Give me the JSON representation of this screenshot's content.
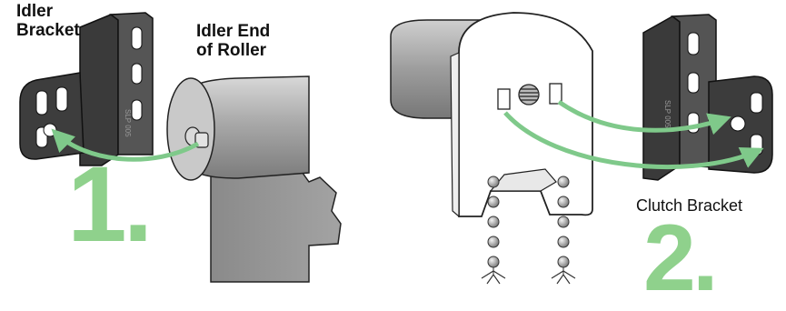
{
  "labels": {
    "idler_bracket": "Idler\nBracket",
    "idler_end": "Idler End\nof Roller",
    "clutch_bracket": "Clutch Bracket"
  },
  "steps": {
    "one": "1.",
    "two": "2."
  },
  "bracket_stamp": "SLP 005",
  "colors": {
    "accent_green": "#8fd18c",
    "arrow_green": "#7fc98a",
    "metal_dark": "#3a3a3a",
    "roller_gray": "#9a9a9a",
    "clutch_white": "#ffffff"
  }
}
